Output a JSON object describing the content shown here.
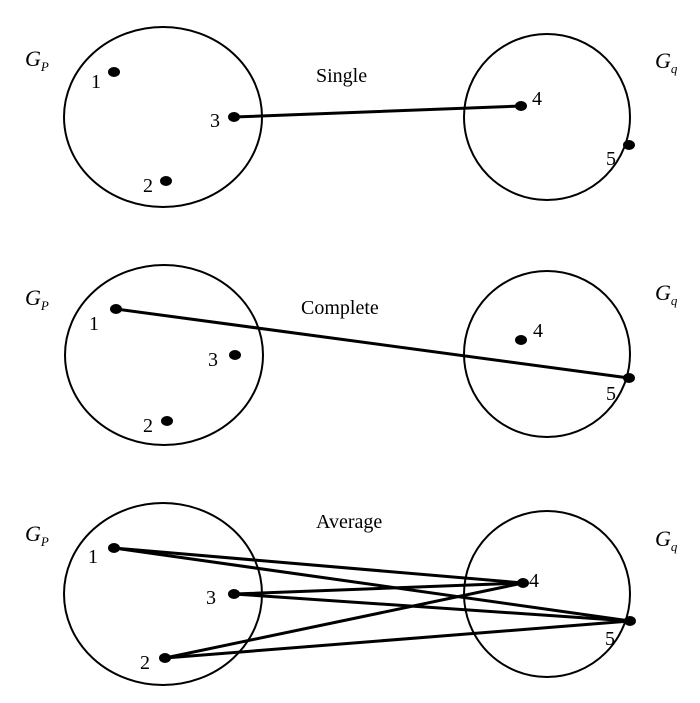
{
  "panels": [
    {
      "method": "Single",
      "left_group": {
        "name": "G",
        "sub": "P",
        "nodes": [
          "1",
          "2",
          "3"
        ]
      },
      "right_group": {
        "name": "G",
        "sub": "q",
        "nodes": [
          "4",
          "5"
        ]
      },
      "edges": [
        [
          "3",
          "4"
        ]
      ]
    },
    {
      "method": "Complete",
      "left_group": {
        "name": "G",
        "sub": "P",
        "nodes": [
          "1",
          "2",
          "3"
        ]
      },
      "right_group": {
        "name": "G",
        "sub": "q",
        "nodes": [
          "4",
          "5"
        ]
      },
      "edges": [
        [
          "1",
          "5"
        ]
      ]
    },
    {
      "method": "Average",
      "left_group": {
        "name": "G",
        "sub": "P",
        "nodes": [
          "1",
          "2",
          "3"
        ]
      },
      "right_group": {
        "name": "G",
        "sub": "q",
        "nodes": [
          "4",
          "5"
        ]
      },
      "edges": [
        [
          "1",
          "4"
        ],
        [
          "1",
          "5"
        ],
        [
          "3",
          "4"
        ],
        [
          "3",
          "5"
        ],
        [
          "2",
          "4"
        ],
        [
          "2",
          "5"
        ]
      ]
    }
  ]
}
